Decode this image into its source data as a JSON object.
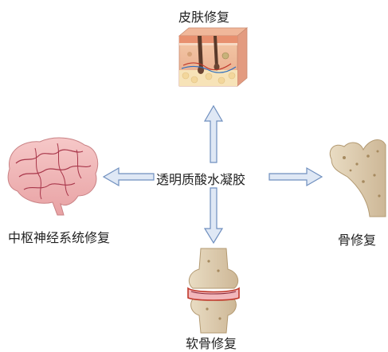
{
  "center": {
    "label": "透明质酸水凝胶"
  },
  "branches": {
    "skin": {
      "label": "皮肤修复",
      "icon": "skin-cross-section-icon"
    },
    "cns": {
      "label": "中枢神经系统修复",
      "icon": "brain-icon"
    },
    "bone": {
      "label": "骨修复",
      "icon": "femur-bone-icon"
    },
    "cartilage": {
      "label": "软骨修复",
      "icon": "knee-joint-icon"
    }
  },
  "colors": {
    "arrow_fill": "#dfe8f5",
    "arrow_stroke": "#6f8fbf",
    "text": "#222222"
  }
}
